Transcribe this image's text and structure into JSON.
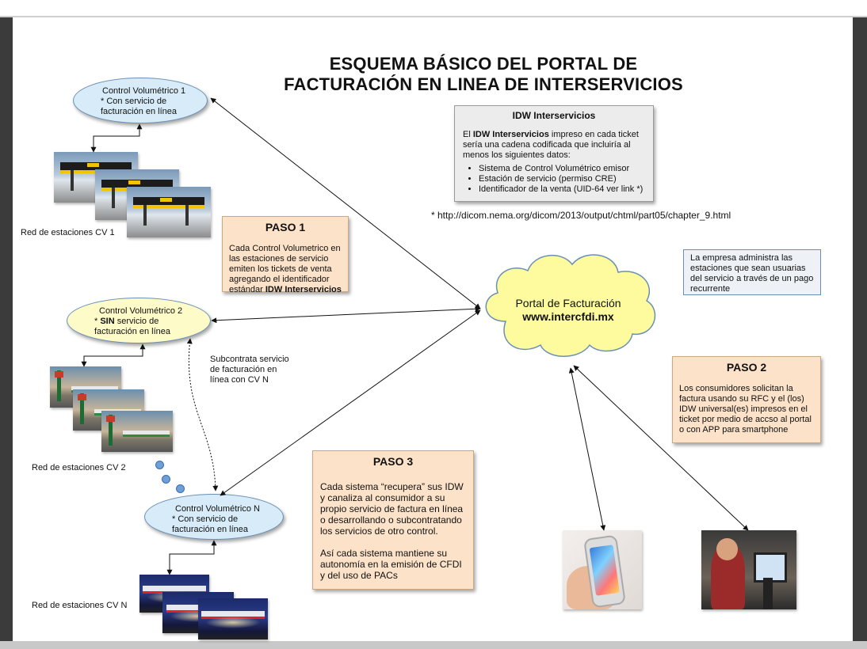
{
  "title": {
    "line1": "ESQUEMA BÁSICO DEL PORTAL DE",
    "line2": "FACTURACIÓN EN LINEA DE INTERSERVICIOS"
  },
  "cv1": {
    "name": "Control Volumétrico 1",
    "detail1": "* Con servicio de",
    "detail2": "facturación en línea",
    "network_label": "Red de estaciones CV 1"
  },
  "cv2": {
    "name": "Control Volumétrico 2",
    "detail1_prefix": "* ",
    "detail1_bold": "SIN",
    "detail1_suffix": " servicio de",
    "detail2": "facturación en línea",
    "network_label": "Red de estaciones CV 2"
  },
  "cvn": {
    "name": "Control Volumétrico N",
    "detail1": "* Con servicio de",
    "detail2": "facturación en línea",
    "network_label": "Red de estaciones CV N"
  },
  "subcontrata": {
    "line1": "Subcontrata servicio",
    "line2": "de facturación en",
    "line3": "línea con CV N"
  },
  "idw": {
    "heading": "IDW Interservicios",
    "intro_prefix": "El ",
    "intro_bold": "IDW Interservicios",
    "intro_suffix": "  impreso en cada ticket sería una cadena codificada que incluiría al menos los siguientes datos:",
    "bullets": [
      "Sistema de Control Volumétrico emisor",
      "Estación de servicio (permiso CRE)",
      "Identificador de la venta (UID-64 ver link *)"
    ]
  },
  "link_note": "* http://dicom.nema.org/dicom/2013/output/chtml/part05/chapter_9.html",
  "paso1": {
    "heading": "PASO 1",
    "text": "Cada Control Volumetrico en las estaciones de servicio emiten los tickets de venta agregando el identificador estándar ",
    "text_bold": "IDW Interservicios"
  },
  "paso2": {
    "heading": "PASO 2",
    "text": "Los consumidores solicitan la factura usando su RFC y el (los) IDW universal(es) impresos en el ticket por medio de accso al portal o con APP para smartphone"
  },
  "paso3": {
    "heading": "PASO 3",
    "para1": "Cada sistema “recupera” sus IDW y canaliza al consumidor a su propio servicio de factura en línea o desarrollando o subcontratando los servicios de otro control.",
    "para2": "Así cada sistema mantiene su autonomía  en la emisión de CFDI y del uso de PACs"
  },
  "empresa": {
    "text": "La empresa administra las estaciones que sean usuarias del servicio a través de un pago recurrente"
  },
  "portal": {
    "label": "Portal de Facturación",
    "url": "www.intercfdi.mx"
  },
  "colors": {
    "cv_blue": "#d7ecf8",
    "cv_yellow": "#fdfbc8",
    "cloud_yellow": "#fdfb9e",
    "paso_bg": "#fbe2c8",
    "idw_bg": "#ececec",
    "empresa_bg": "#eef2f6"
  }
}
